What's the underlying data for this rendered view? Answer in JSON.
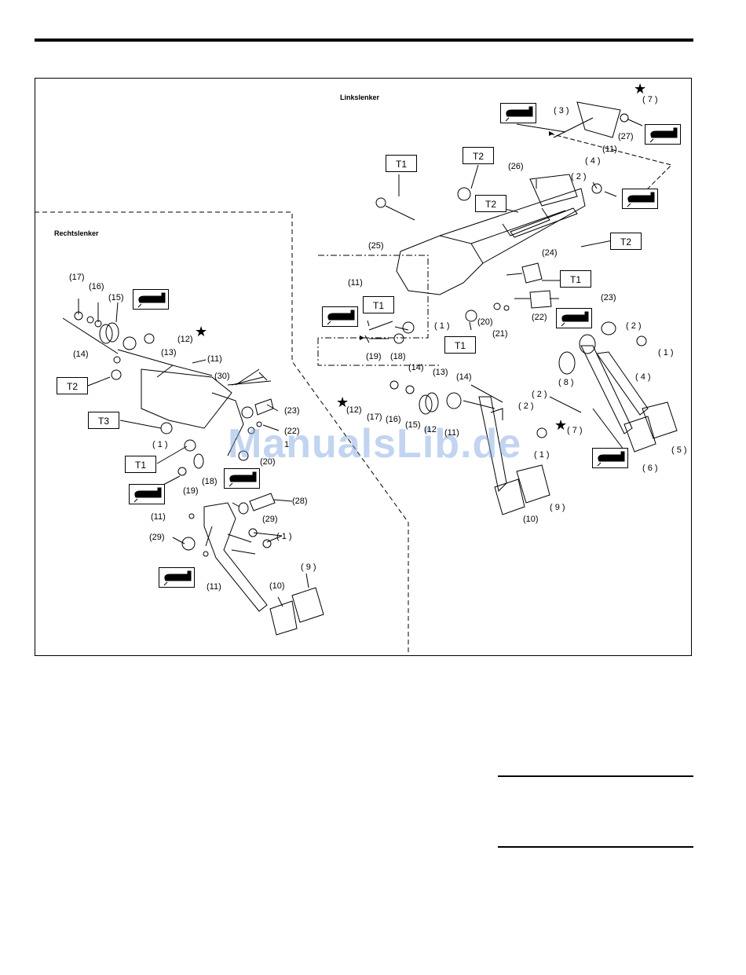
{
  "sections": {
    "left_hand": "Linkslenker",
    "right_hand": "Rechtslenker"
  },
  "watermark": "ManualsLib.de",
  "icons": {
    "star": "★",
    "grease": "grease-gun-icon"
  },
  "labels": {
    "l7a": "( 7 )",
    "l3": "( 3 )",
    "l27": "(27)",
    "l11a": "(11)",
    "l4a": "( 4 )",
    "l26": "(26)",
    "l2a": "( 2 )",
    "l25": "(25)",
    "l24": "(24)",
    "l11b": "(11)",
    "l23a": "(23)",
    "l20a": "(20)",
    "l22a": "(22)",
    "l21": "(21)",
    "l1a": "( 1 )",
    "l19a": "(19)",
    "l18a": "(18)",
    "l2b": "( 2 )",
    "l1b": "( 1 )",
    "l8": "( 8 )",
    "l4b": "( 4 )",
    "l14a": "(14)",
    "l13a": "(13)",
    "l14b": "(14)",
    "l12a": "(12)",
    "l17a": "(17)",
    "l16a": "(16)",
    "l15a": "(15)",
    "l12b": "(12",
    "l11c": "(11)",
    "l2c": "( 2 )",
    "l2d": "( 2 )",
    "l7b": "( 7 )",
    "l1c": "( 1 )",
    "l5": "( 5 )",
    "l6": "( 6 )",
    "l9a": "( 9 )",
    "l10a": "(10)",
    "r17": "(17)",
    "r16": "(16)",
    "r15": "(15)",
    "r12": "(12)",
    "r13": "(13)",
    "r14": "(14)",
    "r11a": "(11)",
    "r30": "(30)",
    "r23": "(23)",
    "r1a": "( 1 )",
    "r22": "(22)",
    "r21": "1",
    "r20": "(20)",
    "r19": "(19)",
    "r18": "(18)",
    "r28": "(28)",
    "r29a": "(29)",
    "r11b": "(11)",
    "r29b": "(29)",
    "r1b": "( 1 )",
    "r11c": "(11)",
    "r9": "( 9 )",
    "r10": "(10)"
  },
  "torque": {
    "t1a": "T1",
    "t2a": "T2",
    "t2b": "T2",
    "t2c": "T2",
    "t1b": "T1",
    "t1c": "T1",
    "t1d": "T1",
    "rt2": "T2",
    "rt3": "T3",
    "rt1": "T1"
  }
}
